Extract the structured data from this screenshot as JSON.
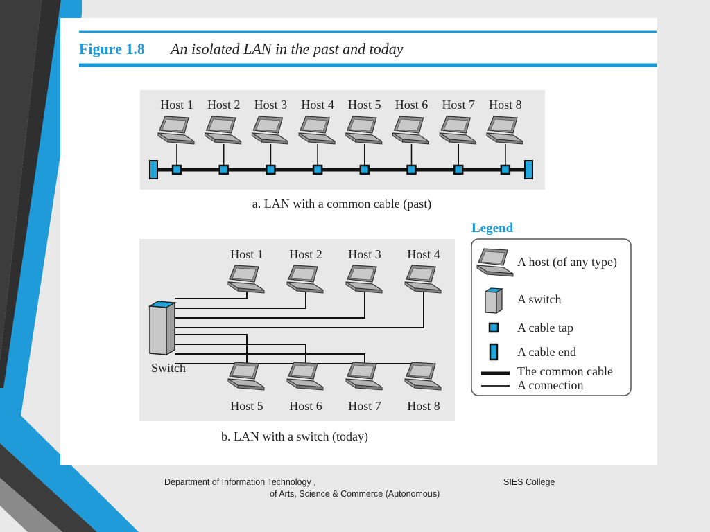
{
  "figure": {
    "number": "Figure 1.8",
    "title": "An isolated LAN in the past and today"
  },
  "part_a": {
    "hosts": [
      "Host 1",
      "Host 2",
      "Host 3",
      "Host 4",
      "Host 5",
      "Host 6",
      "Host 7",
      "Host 8"
    ],
    "caption": "a. LAN with a common cable (past)"
  },
  "part_b": {
    "top_hosts": [
      "Host 1",
      "Host 2",
      "Host 3",
      "Host 4"
    ],
    "bottom_hosts": [
      "Host 5",
      "Host 6",
      "Host 7",
      "Host 8"
    ],
    "switch_label": "Switch",
    "caption": "b. LAN with a switch (today)"
  },
  "legend": {
    "title": "Legend",
    "items": {
      "host": "A host (of any type)",
      "switch": "A switch",
      "tap": "A cable tap",
      "end": "A cable end",
      "common": "The common cable",
      "connection": "A connection"
    }
  },
  "footer": {
    "dept": "Department of Information Technology ,",
    "college": "SIES College",
    "college_line2": "of Arts, Science & Commerce (Autonomous)"
  },
  "colors": {
    "accent": "#1a9bd7",
    "panel": "#e8e8e8",
    "tap": "#1fa6dd",
    "dark_stripe": "#3a3a3a"
  }
}
